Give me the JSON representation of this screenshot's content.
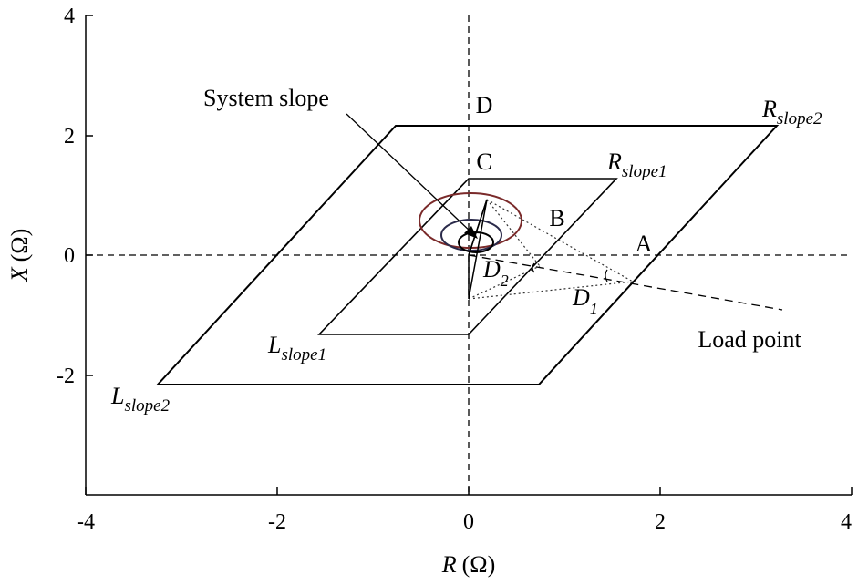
{
  "axes": {
    "x_title": "R",
    "x_unit": "(Ω)",
    "y_title": "X",
    "y_unit": "(Ω)",
    "x_ticks": [
      "-4",
      "-2",
      "0",
      "2",
      "4"
    ],
    "y_ticks": [
      "4",
      "2",
      "0",
      "-2"
    ]
  },
  "annotations": {
    "system_slope": "System slope",
    "load_point": "Load point",
    "point_a": "A",
    "point_b": "B",
    "point_c": "C",
    "point_d": "D",
    "d1_main": "D",
    "d1_sub": "1",
    "d2_main": "D",
    "d2_sub": "2"
  },
  "boundaries": {
    "r_slope2_main": "R",
    "r_slope2_sub": "slope2",
    "r_slope1_main": "R",
    "r_slope1_sub": "slope1",
    "l_slope1_main": "L",
    "l_slope1_sub": "slope1",
    "l_slope2_main": "L",
    "l_slope2_sub": "slope2"
  },
  "colors": {
    "axis": "#000000",
    "outer_circle": "#7a2a2a",
    "middle_circle": "#2a2a4a",
    "inner_circle": "#000000"
  }
}
